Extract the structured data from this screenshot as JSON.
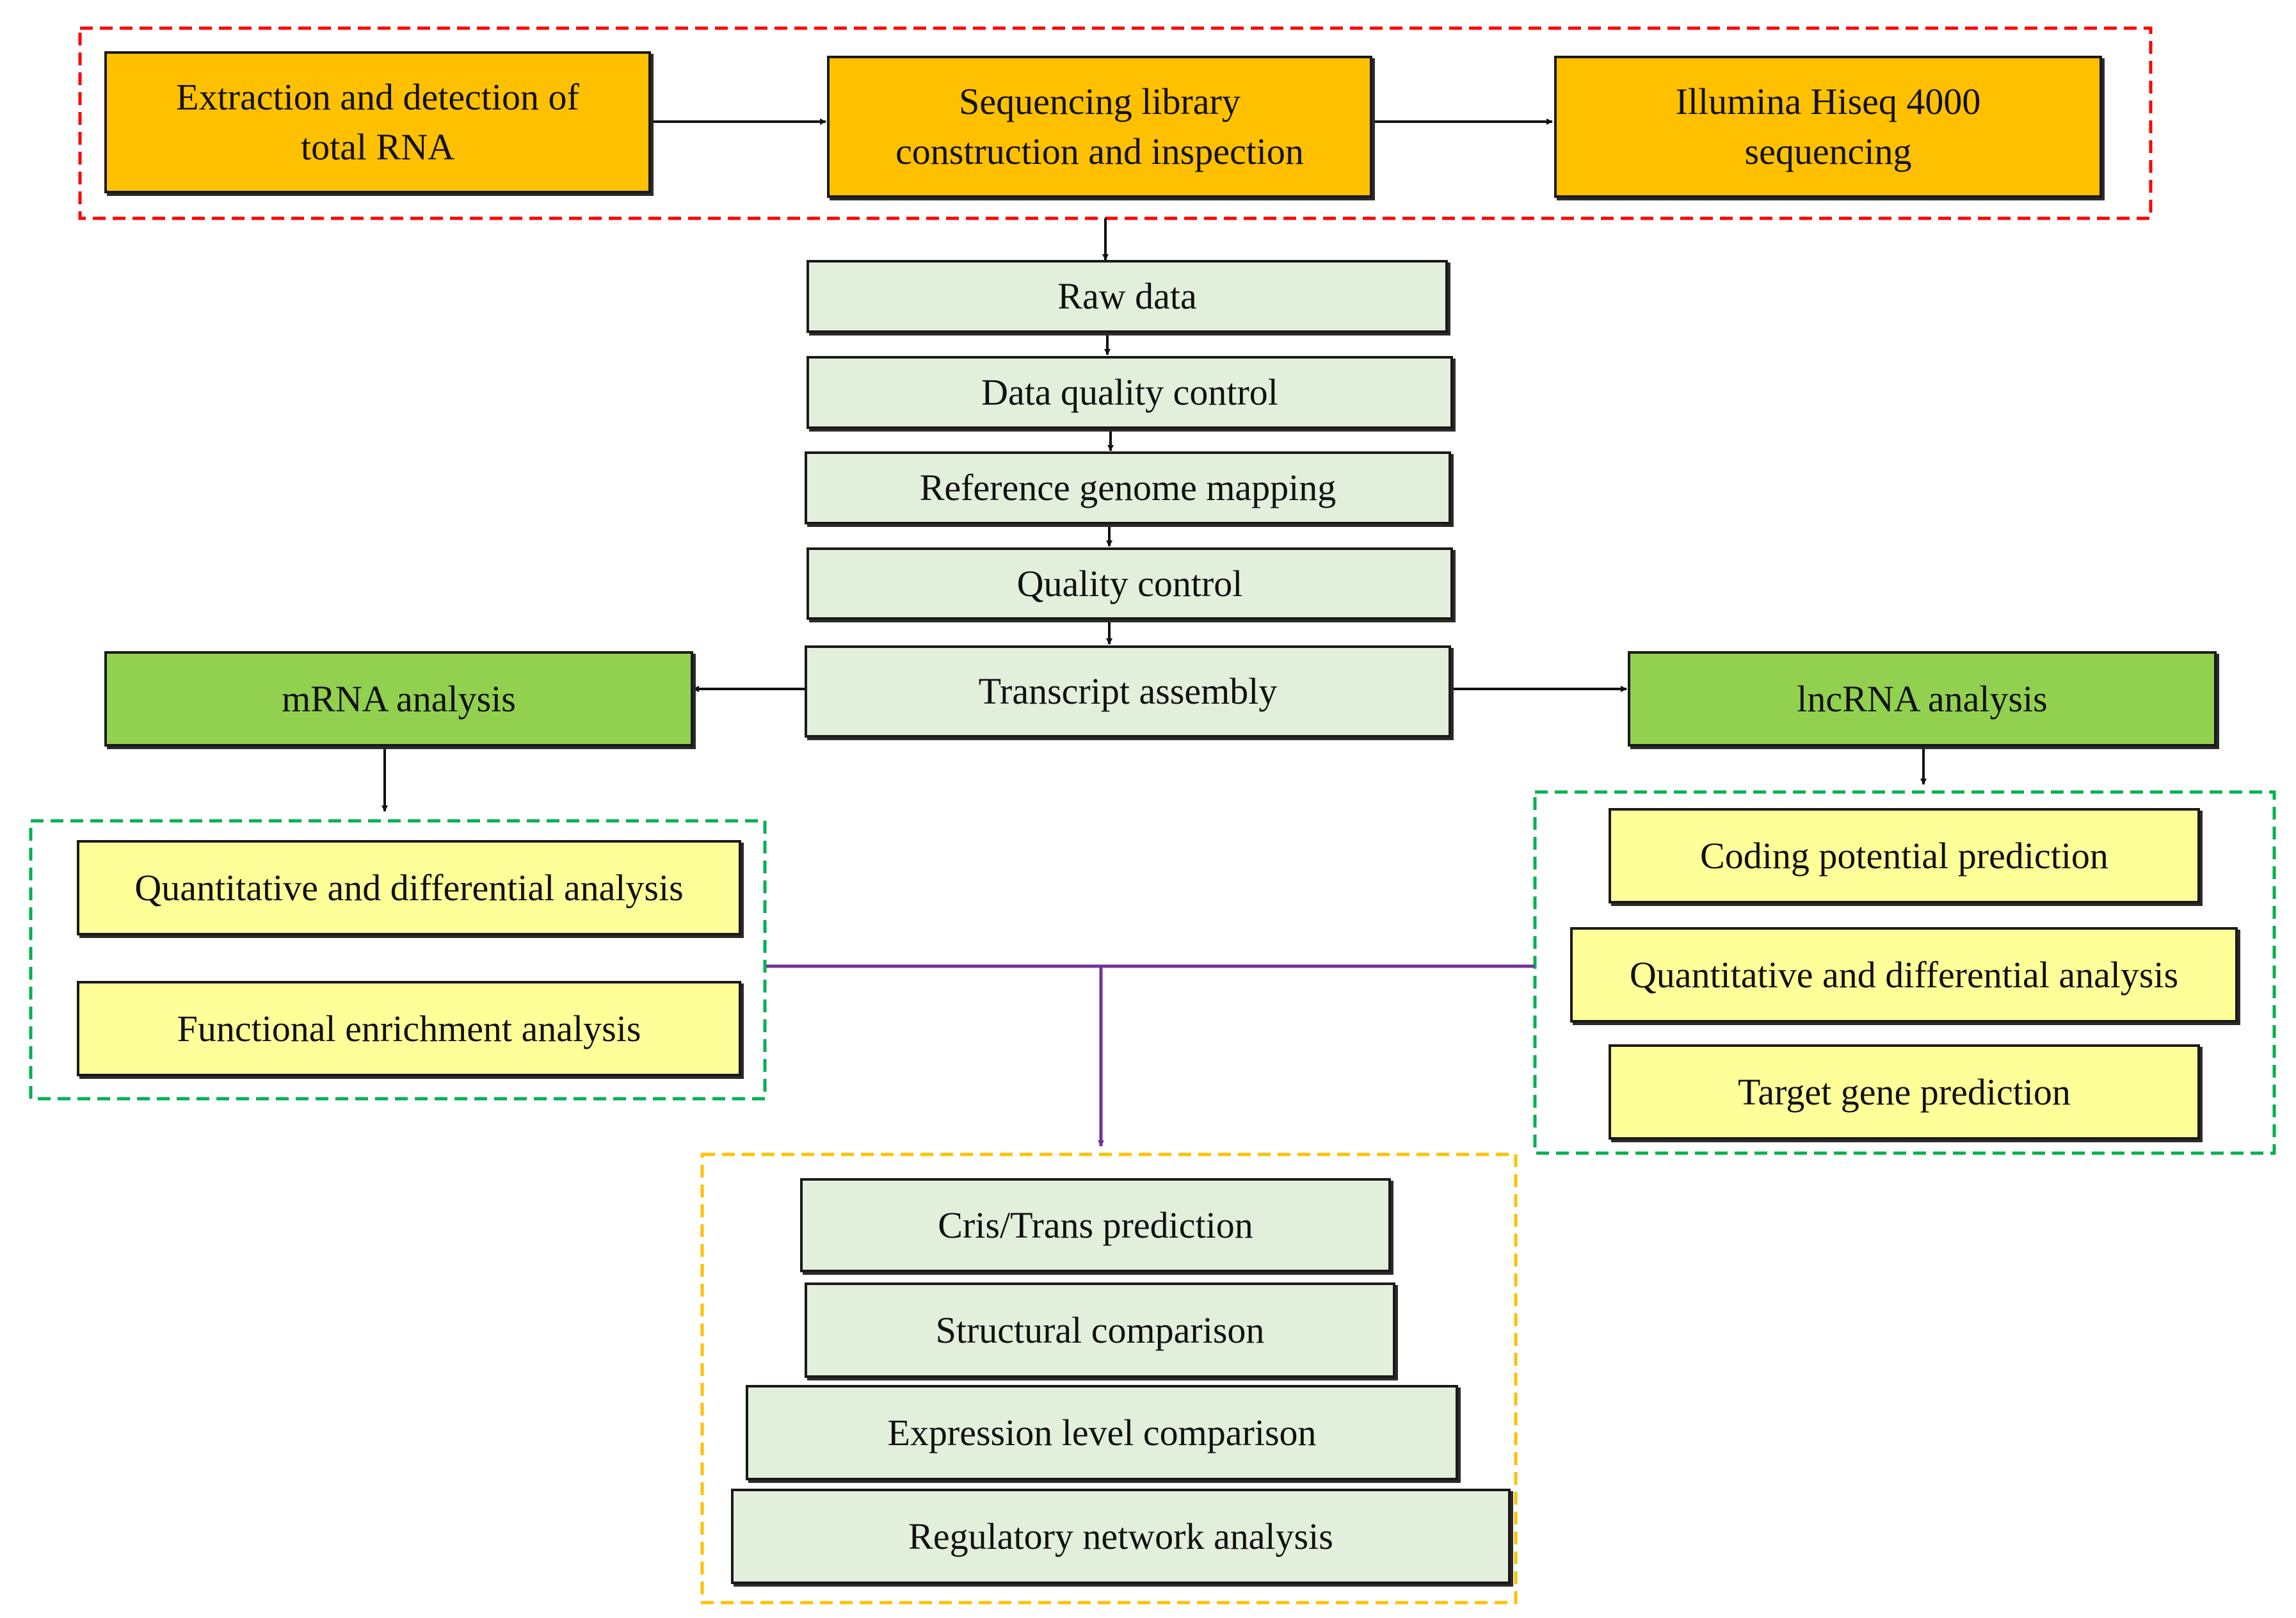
{
  "colors": {
    "orange": "#FFC000",
    "mint": "#E2EFDA",
    "green": "#92D050",
    "yellow": "#FFFF99",
    "red_dash": "#FF0000",
    "green_dash": "#00B050",
    "gold_dash": "#FFC000",
    "purple": "#7030A0"
  },
  "sequencing": {
    "extraction": "Extraction and detection of\ntotal RNA",
    "library": "Sequencing library\nconstruction and inspection",
    "illumina": "Illumina Hiseq 4000\nsequencing"
  },
  "pipeline": {
    "raw_data": "Raw data",
    "data_qc": "Data quality control",
    "mapping": "Reference genome mapping",
    "quality_control": "Quality control",
    "assembly": "Transcript assembly"
  },
  "mrna": {
    "title": "mRNA analysis",
    "quant": "Quantitative and differential analysis",
    "functional": "Functional enrichment analysis"
  },
  "lncrna": {
    "title": "lncRNA analysis",
    "coding": "Coding potential prediction",
    "quant": "Quantitative and differential analysis",
    "target": "Target gene prediction"
  },
  "joint": {
    "cris_trans": "Cris/Trans prediction",
    "structural": "Structural comparison",
    "expression": "Expression level comparison",
    "regulatory": "Regulatory network analysis"
  }
}
